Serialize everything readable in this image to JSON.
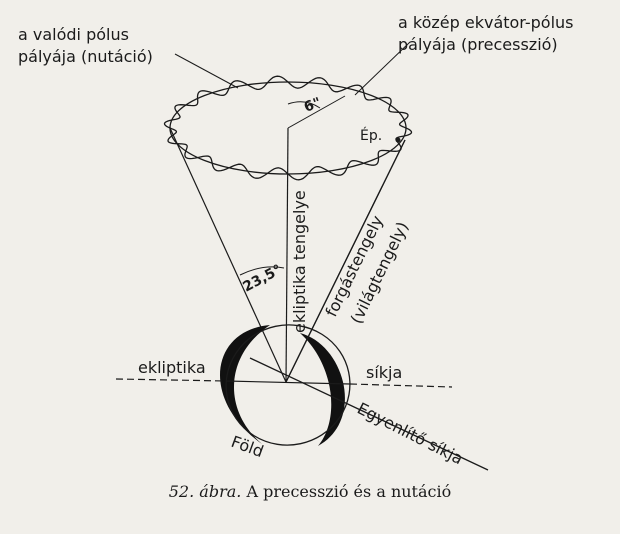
{
  "labels": {
    "nutation_path": [
      "a valódi pólus",
      "pályája (nutáció)"
    ],
    "precession_path": [
      "a közép ekvátor-pólus",
      "pályája (precesszió)"
    ],
    "angle_small": "6\"",
    "pole_point": "Ép.",
    "ecliptic_axis": "ekliptika tengelye",
    "rotation_axis": [
      "forgástengely",
      "(világtengely)"
    ],
    "tilt_angle": "23,5°",
    "ecliptic_left": "ekliptika",
    "ecliptic_right": "síkja",
    "equator_plane": "Egyenlítő síkja",
    "earth": "Föld"
  },
  "caption": {
    "number": "52. ábra.",
    "text": "A precesszió és a nutáció"
  }
}
